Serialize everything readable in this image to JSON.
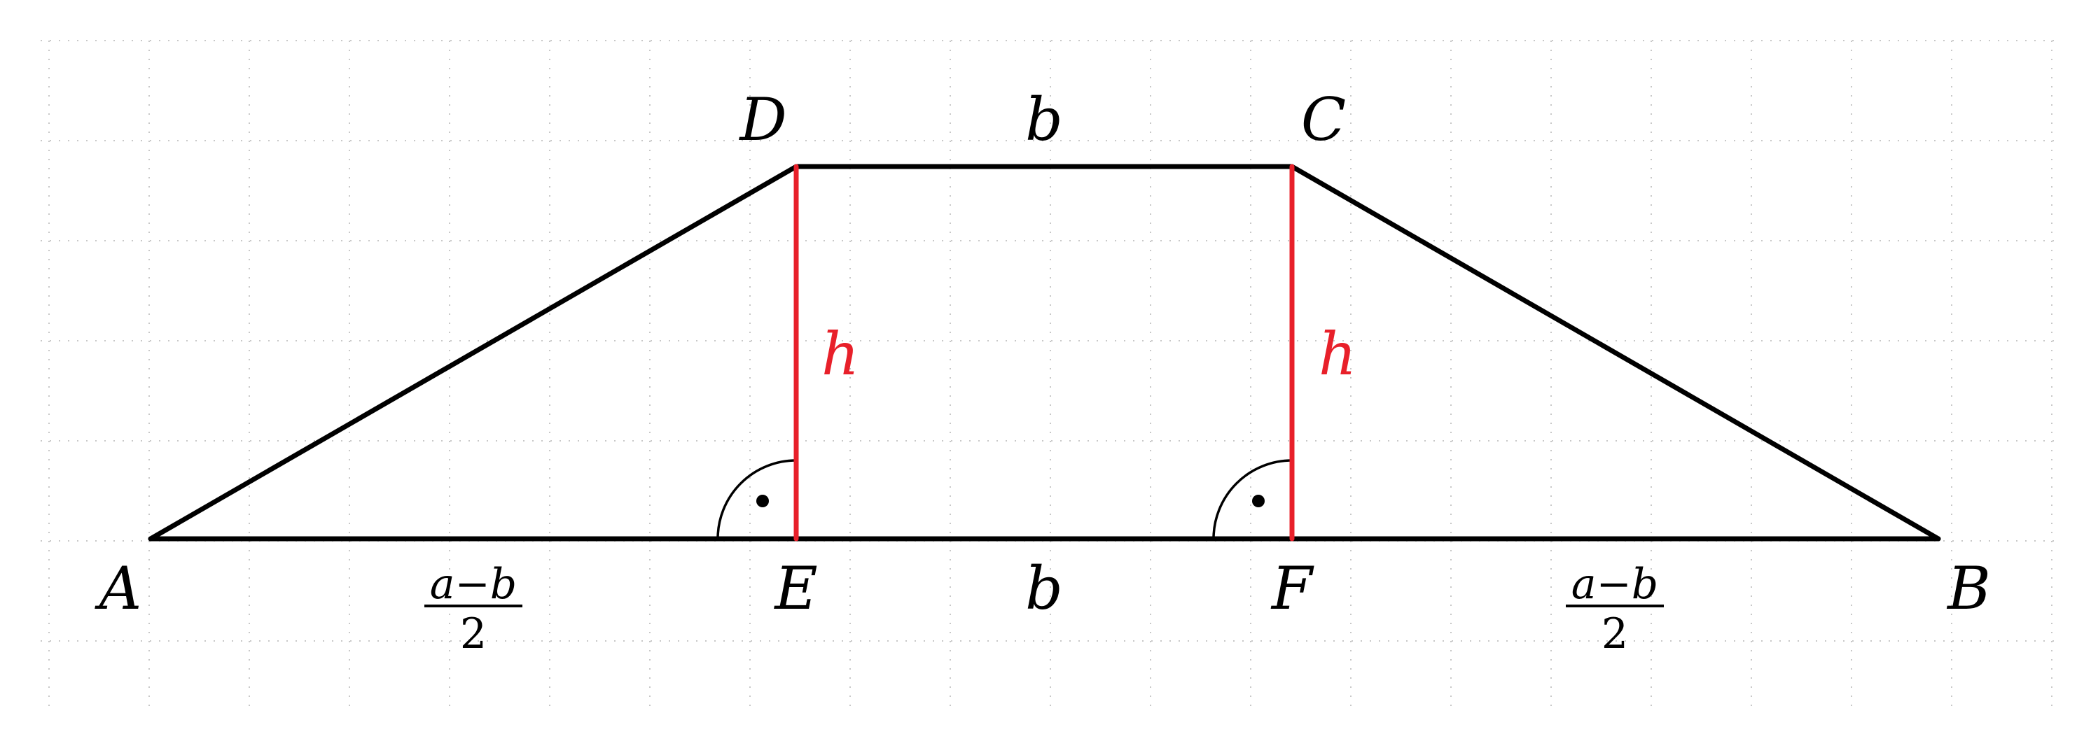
{
  "points": {
    "A": "A",
    "B": "B",
    "C": "C",
    "D": "D",
    "E": "E",
    "F": "F"
  },
  "segments": {
    "top": "b",
    "middle_bottom": "b",
    "height_left": "h",
    "height_right": "h",
    "left_part": {
      "numerator": "a−b",
      "denominator": "2"
    },
    "right_part": {
      "numerator": "a−b",
      "denominator": "2"
    }
  },
  "colors": {
    "outline": "#000000",
    "height": "#e8202a",
    "grid": "#c8c8c8"
  }
}
